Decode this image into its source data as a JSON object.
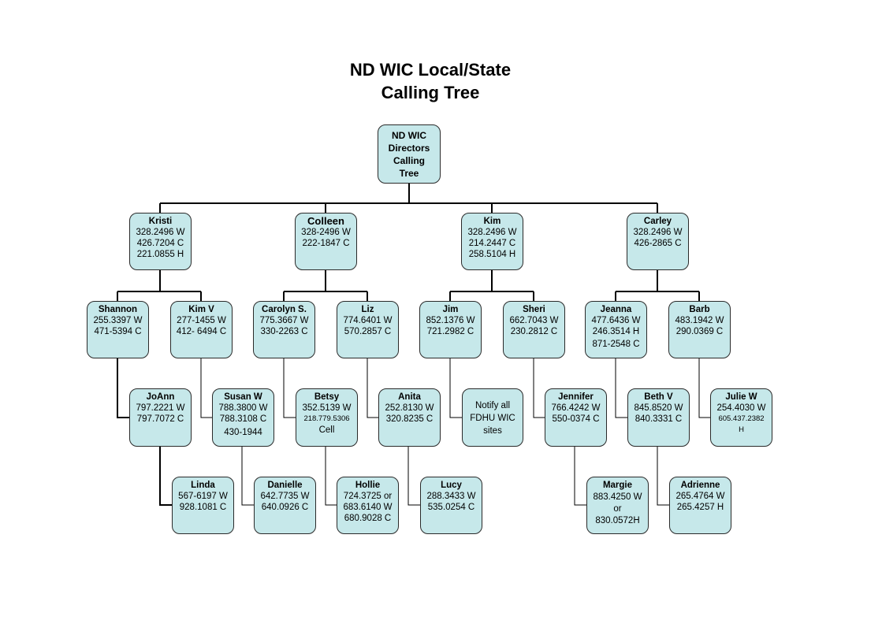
{
  "title": {
    "line1": "ND WIC Local/State",
    "line2": "Calling Tree"
  },
  "root": {
    "lines": [
      "ND WIC",
      "Directors",
      "Calling",
      "Tree"
    ]
  },
  "level1": [
    {
      "id": "kristi",
      "name": "Kristi",
      "lines": [
        "328.2496 W",
        "426.7204 C",
        "221.0855 H"
      ]
    },
    {
      "id": "colleen",
      "name": "Colleen",
      "lines": [
        "328-2496 W",
        "222-1847 C"
      ]
    },
    {
      "id": "kim",
      "name": "Kim",
      "lines": [
        "328.2496 W",
        "214.2447 C",
        "258.5104 H"
      ]
    },
    {
      "id": "carley",
      "name": "Carley",
      "lines": [
        "328.2496 W",
        "426-2865 C"
      ]
    }
  ],
  "level2": [
    {
      "id": "shannon",
      "name": "Shannon",
      "lines": [
        "255.3397 W",
        "471-5394 C"
      ]
    },
    {
      "id": "kimv",
      "name": "Kim V",
      "lines": [
        "277-1455 W",
        "412- 6494 C"
      ]
    },
    {
      "id": "carolyn",
      "name": "Carolyn S.",
      "lines": [
        "775.3667 W",
        "330-2263 C"
      ]
    },
    {
      "id": "liz",
      "name": "Liz",
      "lines": [
        "774.6401 W",
        "570.2857 C"
      ]
    },
    {
      "id": "jim",
      "name": "Jim",
      "lines": [
        "852.1376 W",
        "721.2982 C"
      ]
    },
    {
      "id": "sheri",
      "name": "Sheri",
      "lines": [
        "662.7043 W",
        "230.2812 C"
      ]
    },
    {
      "id": "jeanna",
      "name": "Jeanna",
      "lines": [
        "477.6436 W",
        "246.3514 H",
        "871-2548 C"
      ]
    },
    {
      "id": "barb",
      "name": "Barb",
      "lines": [
        "483.1942 W",
        "290.0369 C"
      ]
    }
  ],
  "level3": [
    {
      "id": "joann",
      "name": "JoAnn",
      "lines": [
        "797.2221 W",
        "797.7072 C"
      ]
    },
    {
      "id": "susan",
      "name": "Susan W",
      "lines": [
        "788.3800 W",
        "788.3108 C",
        "430-1944"
      ]
    },
    {
      "id": "betsy",
      "name": "Betsy",
      "lines": [
        "352.5139 W",
        "218.779.5306",
        "Cell"
      ]
    },
    {
      "id": "anita",
      "name": "Anita",
      "lines": [
        "252.8130 W",
        "320.8235 C"
      ]
    },
    {
      "id": "notify",
      "name": "",
      "lines": [
        "Notify all",
        "FDHU WIC",
        "sites"
      ]
    },
    {
      "id": "jennifer",
      "name": "Jennifer",
      "lines": [
        "766.4242 W",
        "550-0374 C"
      ]
    },
    {
      "id": "bethv",
      "name": "Beth V",
      "lines": [
        "845.8520 W",
        "840.3331 C"
      ]
    },
    {
      "id": "juliew",
      "name": "Julie W",
      "lines": [
        "254.4030 W",
        "605.437.2382",
        "H"
      ]
    }
  ],
  "level4": [
    {
      "id": "linda",
      "name": "Linda",
      "lines": [
        "567-6197 W",
        "928.1081 C"
      ]
    },
    {
      "id": "danielle",
      "name": "Danielle",
      "lines": [
        "642.7735 W",
        "640.0926 C"
      ]
    },
    {
      "id": "hollie",
      "name": "Hollie",
      "lines": [
        "724.3725 or",
        "683.6140 W",
        "680.9028 C"
      ]
    },
    {
      "id": "lucy",
      "name": "Lucy",
      "lines": [
        "288.3433 W",
        "535.0254 C"
      ]
    },
    {
      "id": "margie",
      "name": "Margie",
      "lines": [
        "883.4250 W",
        "or",
        "830.0572H"
      ]
    },
    {
      "id": "adrienne",
      "name": "Adrienne",
      "lines": [
        "265.4764 W",
        "265.4257 H"
      ]
    }
  ]
}
